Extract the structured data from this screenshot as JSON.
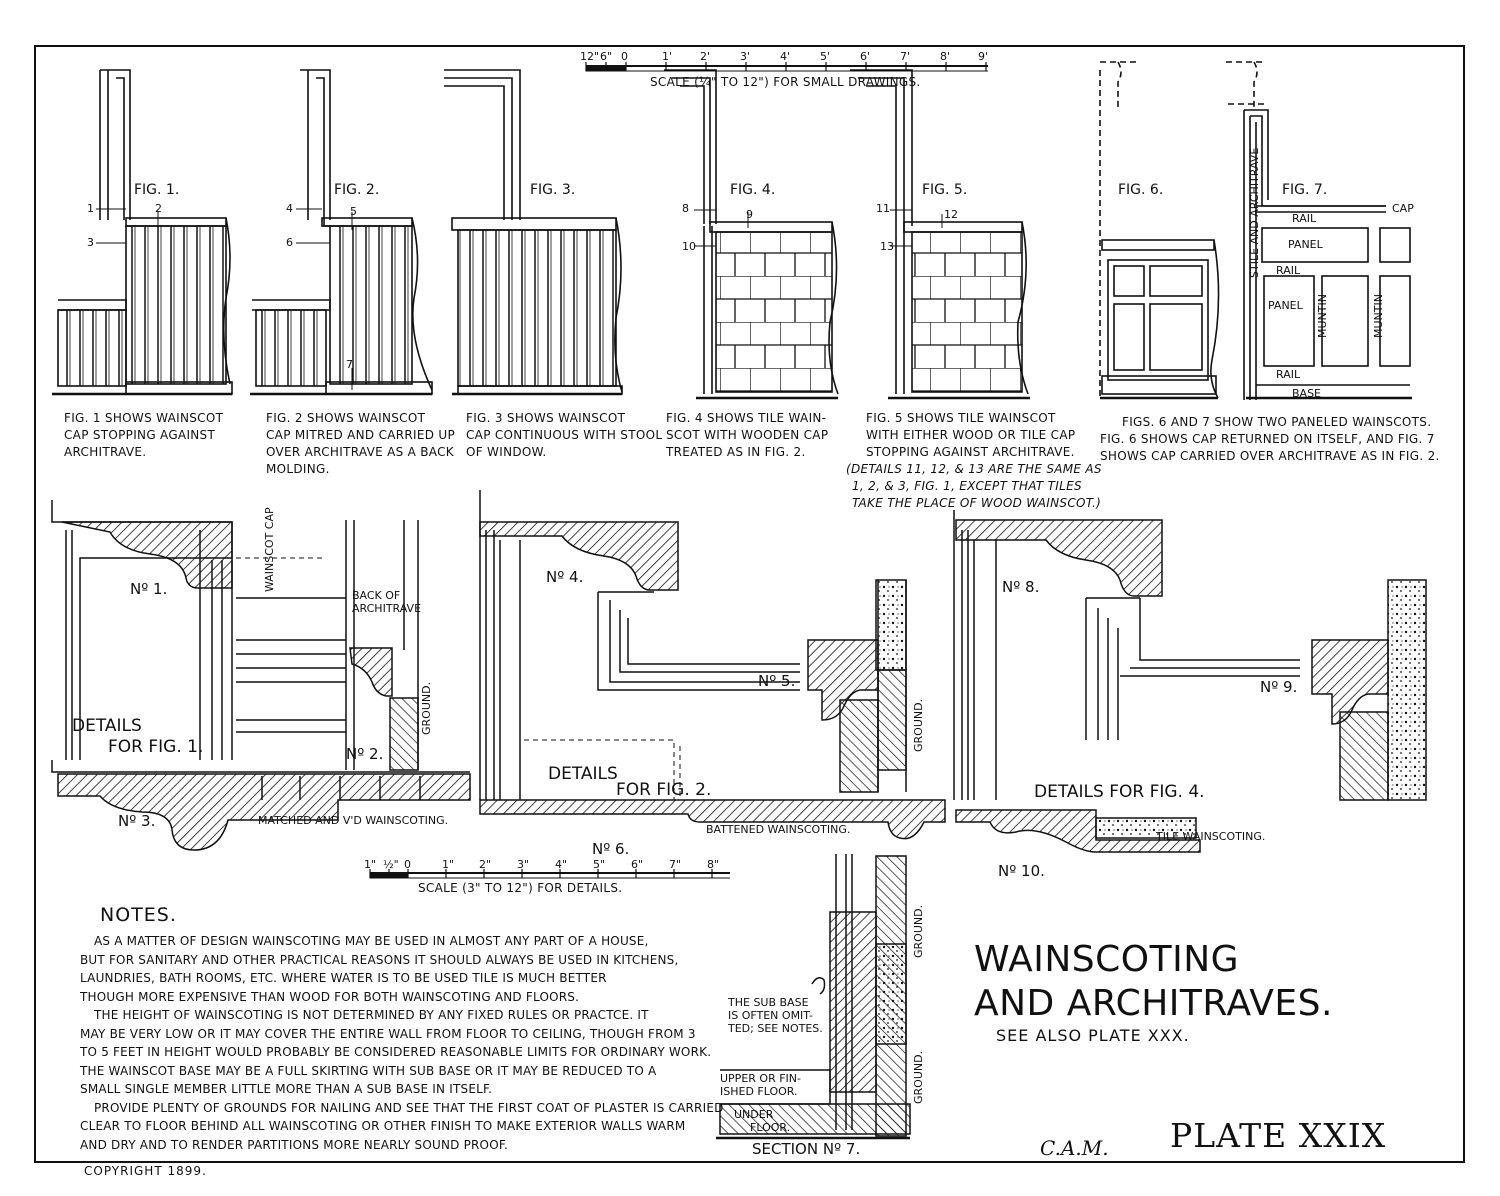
{
  "copyright": "COPYRIGHT 1899.",
  "scale_small": {
    "ticks": [
      "12\"",
      "6\"",
      "0",
      "1'",
      "2'",
      "3'",
      "4'",
      "5'",
      "6'",
      "7'",
      "8'",
      "9'"
    ],
    "label": "SCALE (¼\" TO 12\") FOR SMALL DRAWINGS."
  },
  "scale_details": {
    "ticks": [
      "1\"",
      "½\"",
      "0",
      "1\"",
      "2\"",
      "3\"",
      "4\"",
      "5\"",
      "6\"",
      "7\"",
      "8\""
    ],
    "label": "SCALE (3\" TO 12\") FOR DETAILS."
  },
  "figures": [
    {
      "title": "FIG. 1.",
      "caption": [
        "FIG. 1 SHOWS WAINSCOT",
        "CAP STOPPING AGAINST",
        "ARCHITRAVE."
      ],
      "callouts": [
        "1",
        "2",
        "3"
      ]
    },
    {
      "title": "FIG. 2.",
      "caption": [
        "FIG. 2 SHOWS WAINSCOT",
        "CAP MITRED AND CARRIED UP",
        "OVER ARCHITRAVE AS A BACK",
        "MOLDING."
      ],
      "callouts": [
        "4",
        "5",
        "6",
        "7"
      ]
    },
    {
      "title": "FIG. 3.",
      "caption": [
        "FIG. 3 SHOWS WAINSCOT",
        "CAP CONTINUOUS WITH STOOL",
        "OF WINDOW."
      ],
      "callouts": []
    },
    {
      "title": "FIG. 4.",
      "caption": [
        "FIG. 4 SHOWS TILE WAIN-",
        "SCOT WITH WOODEN CAP",
        "TREATED AS IN FIG. 2."
      ],
      "callouts": [
        "8",
        "9",
        "10"
      ]
    },
    {
      "title": "FIG. 5.",
      "caption": [
        "FIG. 5 SHOWS TILE WAINSCOT",
        "WITH EITHER WOOD OR TILE CAP",
        "STOPPING AGAINST ARCHITRAVE."
      ],
      "callouts": [
        "11",
        "12",
        "13"
      ]
    },
    {
      "title": "FIG. 6.",
      "caption": [],
      "callouts": []
    },
    {
      "title": "FIG. 7.",
      "caption": [],
      "callouts": []
    }
  ],
  "fig5_note": [
    "(DETAILS 11, 12, & 13 ARE THE SAME AS",
    "1, 2, & 3, FIG. 1, EXCEPT THAT TILES",
    "TAKE THE PLACE OF WOOD WAINSCOT.)"
  ],
  "fig67_caption": [
    "FIGS. 6 AND 7  SHOW TWO PANELED WAINSCOTS.",
    "FIG. 6 SHOWS CAP RETURNED ON ITSELF, AND FIG. 7",
    "SHOWS CAP CARRIED OVER ARCHITRAVE AS IN FIG. 2."
  ],
  "fig7_labels": {
    "cap": "CAP",
    "rail": "RAIL",
    "panel": "PANEL",
    "muntin": "MUNTIN",
    "base": "BASE",
    "stile": "STILE AND ARCHITRAVE"
  },
  "details": {
    "n1": "Nº 1.",
    "n2": "Nº 2.",
    "n3": "Nº 3.",
    "n4": "Nº 4.",
    "n5": "Nº 5.",
    "n6": "Nº 6.",
    "n8": "Nº 8.",
    "n9": "Nº 9.",
    "n10": "Nº 10.",
    "section7": "SECTION Nº 7.",
    "fig1_line1": "DETAILS",
    "fig1_line2": "FOR FIG. 1.",
    "fig2_line1": "DETAILS",
    "fig2_line2": "FOR FIG. 2.",
    "fig4": "DETAILS FOR FIG. 4.",
    "wainscot_cap": "WAINSCOT CAP",
    "back_of_architrave": [
      "BACK OF",
      "ARCHITRAVE"
    ],
    "ground": "GROUND.",
    "matched": "MATCHED AND V'D WAINSCOTING.",
    "battened": "BATTENED WAINSCOTING.",
    "tile": "TILE WAINSCOTING.",
    "sub_base": [
      "THE SUB BASE",
      "IS OFTEN OMIT-",
      "TED; SEE NOTES."
    ],
    "upper_floor": [
      "UPPER OR FIN-",
      "ISHED FLOOR."
    ],
    "under_floor": [
      "UNDER",
      "FLOOR."
    ]
  },
  "notes": {
    "heading": "NOTES.",
    "lines": [
      "AS A MATTER OF DESIGN WAINSCOTING MAY BE USED IN ALMOST ANY PART OF A HOUSE,",
      "BUT FOR SANITARY AND OTHER PRACTICAL REASONS IT SHOULD ALWAYS BE USED IN KITCHENS,",
      "LAUNDRIES, BATH ROOMS, ETC.        WHERE WATER IS TO BE USED TILE IS MUCH BETTER",
      "THOUGH MORE EXPENSIVE THAN WOOD FOR BOTH WAINSCOTING AND FLOORS.",
      "THE HEIGHT OF WAINSCOTING IS NOT DETERMINED BY ANY FIXED RULES OR PRACTCE. IT",
      "MAY BE VERY LOW OR IT MAY COVER THE ENTIRE WALL FROM FLOOR TO CEILING, THOUGH FROM 3",
      "TO 5 FEET IN HEIGHT WOULD PROBABLY BE CONSIDERED REASONABLE LIMITS FOR ORDINARY WORK.",
      "THE WAINSCOT BASE MAY BE A FULL SKIRTING WITH SUB BASE OR IT MAY BE REDUCED TO A",
      "SMALL SINGLE MEMBER LITTLE MORE THAN A SUB BASE IN ITSELF.",
      "PROVIDE PLENTY OF GROUNDS FOR NAILING AND SEE THAT THE FIRST COAT OF PLASTER IS CARRIED",
      "CLEAR TO FLOOR BEHIND ALL WAINSCOTING OR OTHER FINISH TO MAKE EXTERIOR WALLS WARM",
      "AND DRY AND TO RENDER PARTITIONS MORE NEARLY SOUND PROOF."
    ]
  },
  "title": {
    "line1": "WAINSCOTING",
    "line2": "AND ARCHITRAVES.",
    "see_also": "SEE ALSO PLATE XXX."
  },
  "signature": "C.A.M.",
  "plate": "PLATE XXIX"
}
